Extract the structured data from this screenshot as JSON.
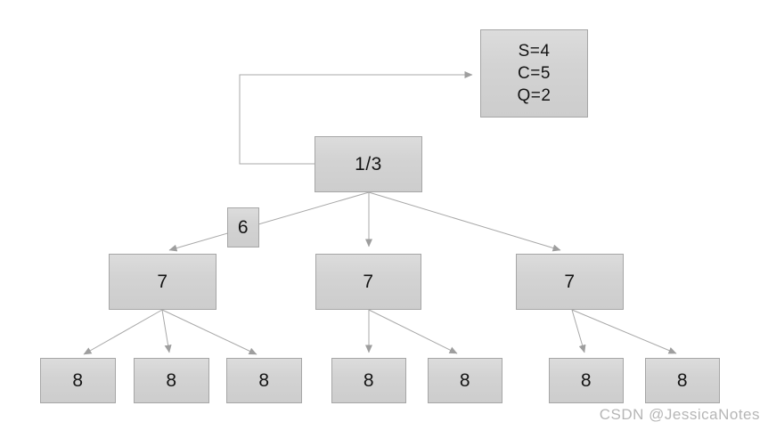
{
  "colors": {
    "background": "#ffffff",
    "node_fill_top": "#dcdcdc",
    "node_fill_bottom": "#cdcdcd",
    "node_border": "#a6a6a6",
    "connector": "#a8a8a8",
    "arrowhead": "#9e9e9e",
    "label_text": "#141414",
    "watermark_text": "#b6b6b6"
  },
  "info_box": {
    "line1": "S=4",
    "line2": "C=5",
    "line3": "Q=2"
  },
  "tree": {
    "root_label": "1/3",
    "edge_label": "6",
    "level2": [
      {
        "label": "7"
      },
      {
        "label": "7"
      },
      {
        "label": "7"
      }
    ],
    "level3": [
      {
        "label": "8"
      },
      {
        "label": "8"
      },
      {
        "label": "8"
      },
      {
        "label": "8"
      },
      {
        "label": "8"
      },
      {
        "label": "8"
      },
      {
        "label": "8"
      }
    ]
  },
  "watermark": {
    "text": "CSDN @JessicaNotes"
  }
}
